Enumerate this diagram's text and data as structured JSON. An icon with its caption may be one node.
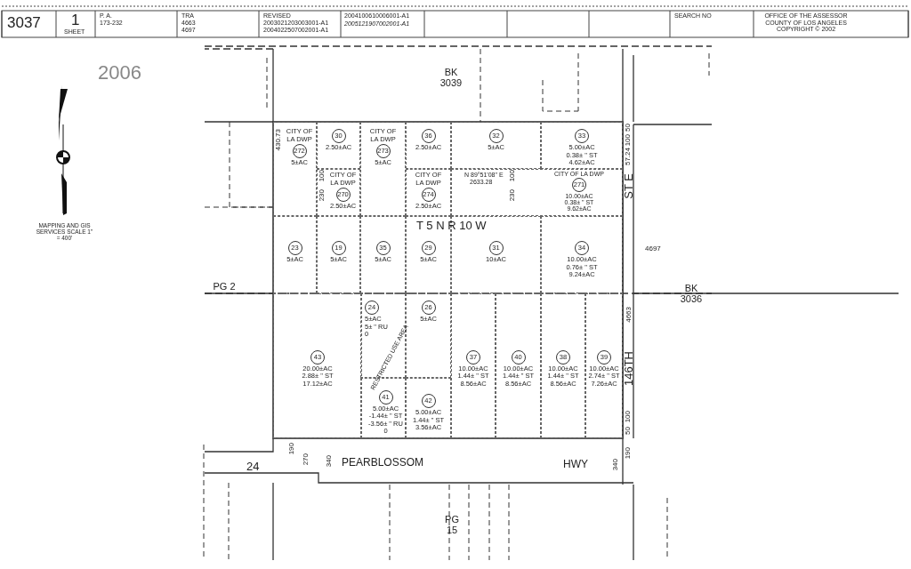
{
  "diagram": {
    "nodes": [
      {
        "text": [
          "CITY OF LA DWP",
          "272",
          "5±AC"
        ]
      },
      {
        "text": [
          "30",
          "2.50±AC"
        ]
      },
      {
        "text": [
          "CITY OF LA DWP",
          "273",
          "5±AC"
        ]
      },
      {
        "text": [
          "36",
          "2.50±AC"
        ]
      },
      {
        "text": [
          "32",
          "5±AC"
        ]
      },
      {
        "text": [
          "33",
          "5.00±AC",
          "0.38± \" ST",
          "4.62±AC"
        ]
      },
      {
        "text": [
          "CITY OF LA DWP",
          "270",
          "2.50±AC"
        ]
      },
      {
        "text": [
          "CITY OF LA DWP",
          "274",
          "2.50±AC"
        ]
      },
      {
        "text": [
          "CITY OF LA DWP",
          "271",
          "10.00±AC",
          "0.38± \" ST",
          "9.62±AC"
        ]
      },
      {
        "text": [
          "23",
          "5±AC"
        ]
      },
      {
        "text": [
          "19",
          "5±AC"
        ]
      },
      {
        "text": [
          "35",
          "5±AC"
        ]
      },
      {
        "text": [
          "29",
          "5±AC"
        ]
      },
      {
        "text": [
          "31",
          "10±AC"
        ]
      },
      {
        "text": [
          "34",
          "10.00±AC",
          "0.76± \" ST",
          "9.24±AC"
        ]
      },
      {
        "text": [
          "24",
          "5±AC",
          "5± \" RU",
          "0"
        ]
      },
      {
        "text": [
          "26",
          "5±AC"
        ]
      },
      {
        "text": [
          "43",
          "20.00±AC",
          "2.88± \" ST",
          "17.12±AC"
        ]
      },
      {
        "text": [
          "37",
          "10.00±AC",
          "1.44± \" ST",
          "8.56±AC"
        ]
      },
      {
        "text": [
          "40",
          "10.00±AC",
          "1.44± \" ST",
          "8.56±AC"
        ]
      },
      {
        "text": [
          "38",
          "10.00±AC",
          "1.44± \" ST",
          "8.56±AC"
        ]
      },
      {
        "text": [
          "39",
          "10.00±AC",
          "2.74± \" ST",
          "7.26±AC"
        ]
      },
      {
        "text": [
          "41",
          "5.00±AC",
          "-1.44± \" ST",
          "-3.56± \" RU",
          "0"
        ]
      },
      {
        "text": [
          "42",
          "5.00±AC",
          "1.44± \" ST",
          "3.56±AC"
        ]
      }
    ],
    "labels": [
      "3037",
      "1",
      "SHEET",
      "P. A.",
      "173-232",
      "TRA",
      "4663",
      "4697",
      "REVISED",
      "2003021203003001-A1",
      "2004022507002001-A1",
      "2004100610006001-A1",
      "2005121907002001-A1",
      "SEARCH NO",
      "OFFICE OF THE ASSESSOR COUNTY OF LOS ANGELES COPYRIGHT © 2002",
      "2006",
      "MAPPING AND GIS SERVICES SCALE 1\" = 400'",
      "BK 3039",
      "T 5 N R 10 W",
      "PG 2",
      "BK 3036",
      "4697",
      "4663",
      "ST E",
      "146TH",
      "24",
      "PEARBLOSSOM",
      "HWY",
      "PG 15",
      "RESTRICTED USE AREA",
      "N 89°51'08\" E",
      "2633.28",
      "430.73",
      "100",
      "230",
      "100",
      "230",
      "50",
      "57.24",
      "100",
      "100",
      "50",
      "190",
      "270",
      "340",
      "340",
      "190"
    ]
  }
}
